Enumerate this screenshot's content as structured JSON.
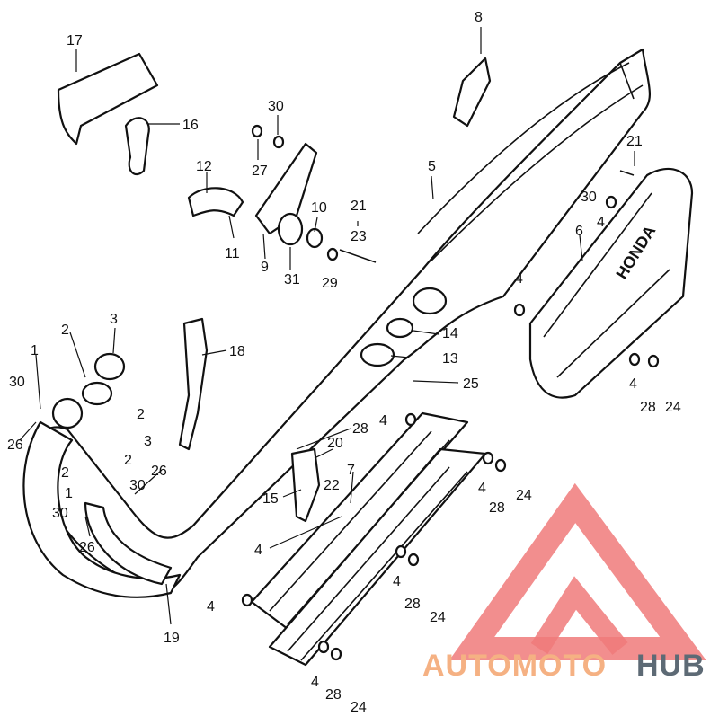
{
  "diagram": {
    "part_numbers": [
      "1",
      "2",
      "3",
      "4",
      "5",
      "6",
      "7",
      "8",
      "9",
      "10",
      "11",
      "12",
      "13",
      "14",
      "15",
      "16",
      "17",
      "18",
      "19",
      "20",
      "21",
      "22",
      "23",
      "24",
      "25",
      "26",
      "27",
      "28",
      "29",
      "30",
      "31"
    ],
    "stamp_text": "HONDA"
  },
  "watermark": {
    "part1": "AUTOMOTO",
    "part2": "HUB",
    "colors": {
      "auto": "#f5b183",
      "moto": "#f5b183",
      "hub": "#5d6a75",
      "triangle": "#f07a7a"
    }
  }
}
